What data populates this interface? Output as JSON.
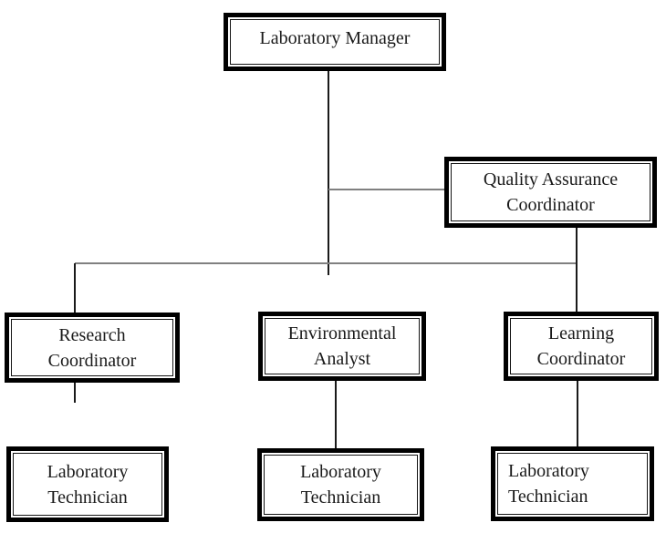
{
  "diagram": {
    "type": "org-chart",
    "nodes": {
      "manager": {
        "label": "Laboratory Manager"
      },
      "qa": {
        "line1": "Quality Assurance",
        "line2": "Coordinator"
      },
      "research": {
        "line1": "Research",
        "line2": "Coordinator"
      },
      "environmental": {
        "line1": "Environmental",
        "line2": "Analyst"
      },
      "learning": {
        "line1": "Learning",
        "line2": "Coordinator"
      },
      "tech1": {
        "line1": "Laboratory",
        "line2": "Technician"
      },
      "tech2": {
        "line1": "Laboratory",
        "line2": "Technician"
      },
      "tech3": {
        "line1": "Laboratory",
        "line2": "Technician"
      }
    },
    "edges": [
      {
        "from": "Laboratory Manager",
        "to": "Quality Assurance Coordinator"
      },
      {
        "from": "Laboratory Manager",
        "to": "Research Coordinator"
      },
      {
        "from": "Laboratory Manager",
        "to": "Environmental Analyst"
      },
      {
        "from": "Quality Assurance Coordinator",
        "to": "Learning Coordinator"
      },
      {
        "from": "Research Coordinator",
        "to": "Laboratory Technician"
      },
      {
        "from": "Environmental Analyst",
        "to": "Laboratory Technician"
      },
      {
        "from": "Learning Coordinator",
        "to": "Laboratory Technician"
      }
    ],
    "colors": {
      "background": "#ffffff",
      "box_border": "#000000",
      "text": "#1a1a1a",
      "connector_vertical": "#1a1a1a",
      "connector_horizontal": "#808080"
    }
  }
}
